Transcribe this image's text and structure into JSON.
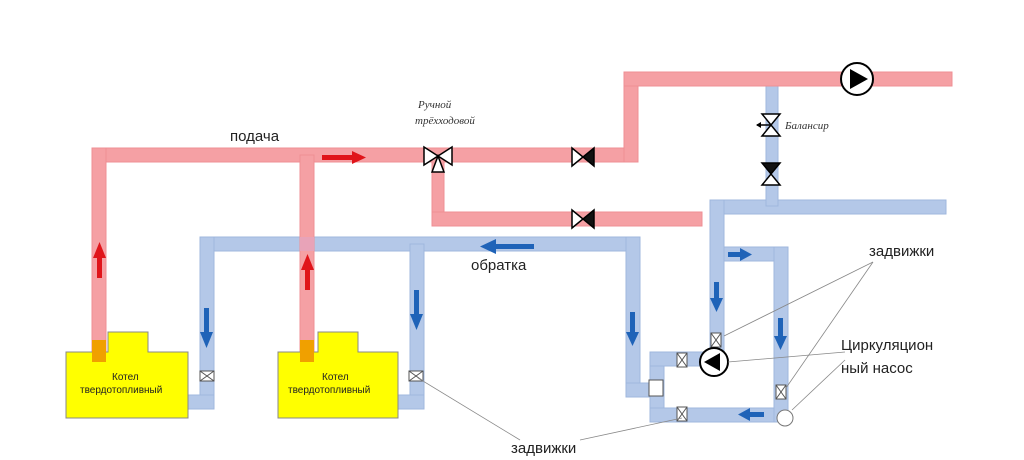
{
  "labels": {
    "supply": "подача",
    "return": "обратка",
    "valve_three_way_line1": "Ручной",
    "valve_three_way_line2": "трёхходовой",
    "balancer": "Балансир",
    "gate_valves_right": "задвижки",
    "gate_valves_bottom": "задвижки",
    "pump_line1": "Циркуляцион",
    "pump_line2": "ный насос",
    "boiler1_line1": "Котел",
    "boiler1_line2": "твердотопливный",
    "boiler2_line1": "Котел",
    "boiler2_line2": "твердотопливный"
  },
  "colors": {
    "supply_pipe": "#f5a0a4",
    "supply_pipe_dark": "#ef8f94",
    "return_pipe": "#b4c8e8",
    "return_pipe_dark": "#9fb7de",
    "arrow_red": "#e0141a",
    "arrow_blue": "#1f63b8",
    "boiler_yellow": "#ffff00",
    "boiler_flange": "#f0a000"
  }
}
